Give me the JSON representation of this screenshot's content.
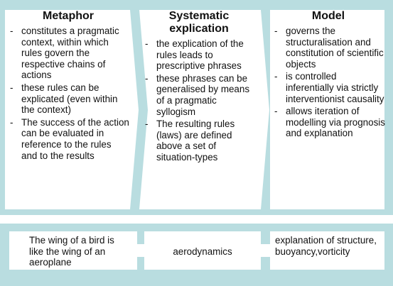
{
  "columns": [
    {
      "title": "Metaphor",
      "items": [
        "constitutes a pragmatic context, within which rules govern the respective chains of actions",
        "these rules can be explicated (even within the context)",
        "The success of the action can be evaluated in reference to the rules and to the results"
      ]
    },
    {
      "title_line1": "Systematic",
      "title_line2": "explication",
      "items": [
        "the explication of the rules leads to prescriptive phrases",
        "these phrases can be generalised by means of a pragmatic syllogism",
        "The resulting rules (laws) are defined above a set of situation-types"
      ]
    },
    {
      "title": "Model",
      "items": [
        "governs the structuralisation and constitution of scientific objects",
        "is controlled inferentially via strictly interventionist causality",
        "allows iteration of modelling via prognosis and explanation"
      ]
    }
  ],
  "bullet_symbol": "-",
  "examples": [
    "The wing of a bird is like the wing of an aeroplane",
    "aerodynamics",
    "explanation of structure, buoyancy,vorticity"
  ],
  "colors": {
    "band": "#b9dde0",
    "box": "#ffffff",
    "text": "#111111"
  }
}
